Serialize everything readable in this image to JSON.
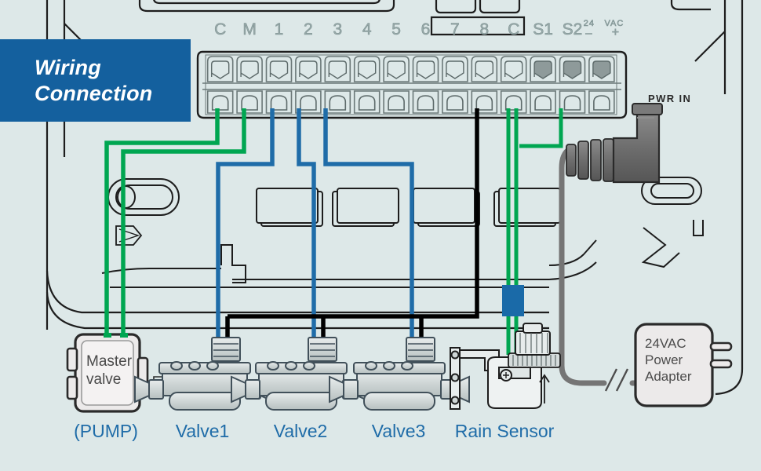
{
  "banner": {
    "line1": "Wiring",
    "line2": "Connection",
    "bg_color": "#14609e",
    "text_color": "#ffffff"
  },
  "page": {
    "background_color": "#dde8e8",
    "title": "Wiring Connection"
  },
  "controller": {
    "power_label": "PWR IN",
    "terminal_strip": {
      "labels": [
        "C",
        "M",
        "1",
        "2",
        "3",
        "4",
        "5",
        "6",
        "7",
        "8",
        "C",
        "S1",
        "S2"
      ],
      "power_terminal": {
        "line1": "24",
        "line2": "VAC",
        "minus": "–",
        "plus": "+"
      }
    }
  },
  "devices": [
    {
      "id": "pump",
      "label": "(PUMP)",
      "box_text": [
        "Master",
        "valve"
      ]
    },
    {
      "id": "valve1",
      "label": "Valve1",
      "box_text": []
    },
    {
      "id": "valve2",
      "label": "Valve2",
      "box_text": []
    },
    {
      "id": "valve3",
      "label": "Valve3",
      "box_text": []
    },
    {
      "id": "rain-sensor",
      "label": "Rain Sensor",
      "box_text": []
    }
  ],
  "adapter": {
    "line1": "24VAC",
    "line2": "Power",
    "line3": "Adapter"
  },
  "wires": {
    "master_valve_color": "#00a651",
    "rain_sensor_color": "#00a651",
    "valve_signal_color": "#1f6ca8",
    "common_color": "#000000",
    "power_cord_color": "#757575",
    "splice_color": "#1a6aa8"
  },
  "connections": [
    {
      "from": "terminal-C",
      "to": "pump",
      "color": "#00a651"
    },
    {
      "from": "terminal-M",
      "to": "pump",
      "color": "#00a651"
    },
    {
      "from": "terminal-1",
      "to": "valve1",
      "color": "#1f6ca8"
    },
    {
      "from": "terminal-2",
      "to": "valve2",
      "color": "#1f6ca8"
    },
    {
      "from": "terminal-3",
      "to": "valve3",
      "color": "#1f6ca8"
    },
    {
      "from": "terminal-C2",
      "to": "valve-common",
      "color": "#000000"
    },
    {
      "from": "terminal-S1",
      "to": "rain-sensor",
      "color": "#00a651"
    },
    {
      "from": "terminal-24VAC",
      "to": "rain-sensor",
      "color": "#00a651"
    },
    {
      "from": "pwr-in",
      "to": "adapter",
      "color": "#757575"
    }
  ]
}
